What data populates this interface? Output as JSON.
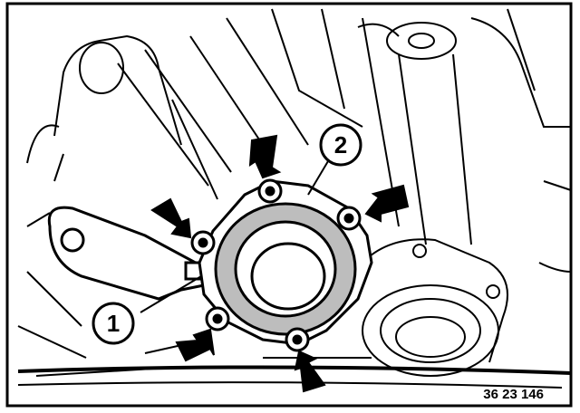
{
  "figure": {
    "callouts": [
      {
        "id": "callout-1",
        "label": "1"
      },
      {
        "id": "callout-2",
        "label": "2"
      }
    ],
    "reference_number": "36 23 146",
    "colors": {
      "ink": "#000000",
      "paper": "#ffffff",
      "seal_fill": "#bdbdbd"
    }
  }
}
